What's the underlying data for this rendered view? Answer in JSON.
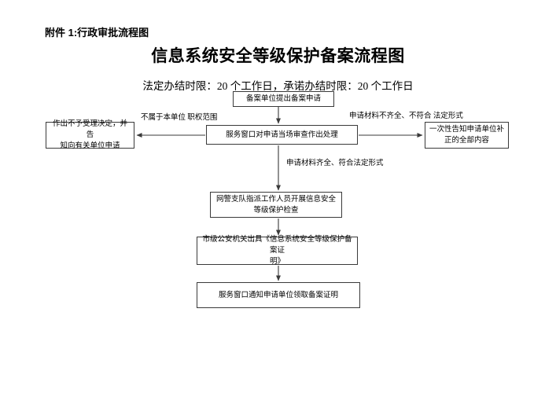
{
  "header": {
    "attachment_note": "附件 1:行政审批流程图",
    "title": "信息系统安全等级保护备案流程图",
    "deadline_line": "法定办结时限：20 个工作日，承诺办结时限：20 个工作日"
  },
  "flow": {
    "nodes": [
      {
        "id": "apply",
        "text": "备案单位提出备案申请"
      },
      {
        "id": "reject",
        "text": "作出不予受理决定，并告知向有关单位申请"
      },
      {
        "id": "window",
        "text": "服务窗口对申请当场审查作出处理"
      },
      {
        "id": "notify_fix",
        "text": "一次性告知申请单位补正的全部内容"
      },
      {
        "id": "inspect",
        "text": "网警支队指派工作人员开展信息安全等级保护检查"
      },
      {
        "id": "certify",
        "text": "市级公安机关出具《信息系统安全等级保护备案证明》"
      },
      {
        "id": "collect",
        "text": "服务窗口通知申请单位领取备案证明"
      }
    ],
    "edge_labels": {
      "not_in_scope": "不属于本单位职权范围",
      "incomplete": "申请材料不齐全、不符合法定形式",
      "complete": "申请材料齐全、符合法定形式"
    }
  },
  "style": {
    "line_color": "#3a3a3a",
    "page_background": "#ffffff",
    "text_color": "#000000"
  }
}
